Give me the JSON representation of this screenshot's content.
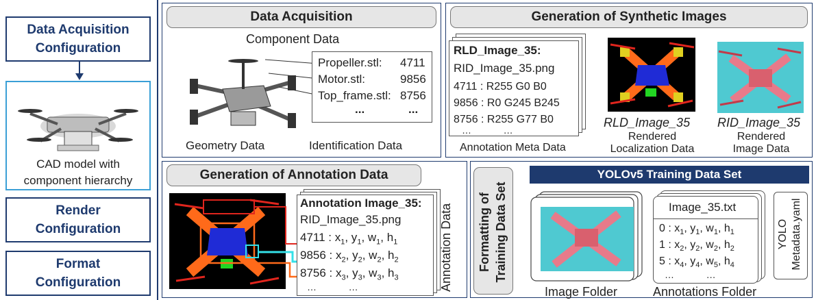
{
  "config": {
    "data_acquisition": "Data Acquisition\nConfiguration",
    "cad_caption": "CAD model with\ncomponent hierarchy",
    "render": "Render\nConfiguration",
    "format": "Format\nConfiguration"
  },
  "acquisition": {
    "title": "Data Acquisition",
    "component_data": "Component Data",
    "rows": [
      {
        "name": "Propeller.stl:",
        "id": "4711"
      },
      {
        "name": "Motor.stl:",
        "id": "9856"
      },
      {
        "name": "Top_frame.stl:",
        "id": "8756"
      }
    ],
    "ellipsis": "...",
    "geometry_label": "Geometry Data",
    "identification_label": "Identification Data"
  },
  "synthetic": {
    "title": "Generation of Synthetic Images",
    "meta_title": "RLD_Image_35:",
    "meta_file": "RID_Image_35.png",
    "meta_rows": [
      "4711 : R255 G0 B0",
      "9856 : R0 G245 B245",
      "8756 : R255 G77 B0"
    ],
    "meta_ellipsis": "…            …",
    "meta_label": "Annotation Meta Data",
    "rld_name": "RLD_Image_35",
    "rld_label": "Rendered\nLocalization Data",
    "rid_name": "RID_Image_35",
    "rid_label": "Rendered\nImage Data"
  },
  "annotation": {
    "title": "Generation of Annotation Data",
    "box_title": "Annotation Image_35:",
    "box_file": "RID_Image_35.png",
    "rows": [
      {
        "id": "4711",
        "i": "1"
      },
      {
        "id": "9856",
        "i": "2"
      },
      {
        "id": "8756",
        "i": "3"
      }
    ],
    "ellipsis": "…            …",
    "side_label": "Annotation Data"
  },
  "formatting": {
    "vertical_title": "Formatting of\nTraining Data Set",
    "banner": "YOLOv5 Training Data Set",
    "txt_title": "Image_35.txt",
    "txt_rows": [
      {
        "cls": "0",
        "i": "1"
      },
      {
        "cls": "1",
        "i": "2"
      },
      {
        "cls": "5",
        "i": "4"
      }
    ],
    "txt_ellipsis": "…            …",
    "yaml": "YOLO\nMetadata.yaml",
    "image_folder": "Image Folder",
    "annotations_folder": "Annotations Folder"
  },
  "colors": {
    "navy": "#1e3a6e",
    "cad_border": "#3a9fd6",
    "red": "#e0251d",
    "cyan": "#34e0e8",
    "orange": "#ff6a1a",
    "bg_teal": "#4fc9d1"
  }
}
